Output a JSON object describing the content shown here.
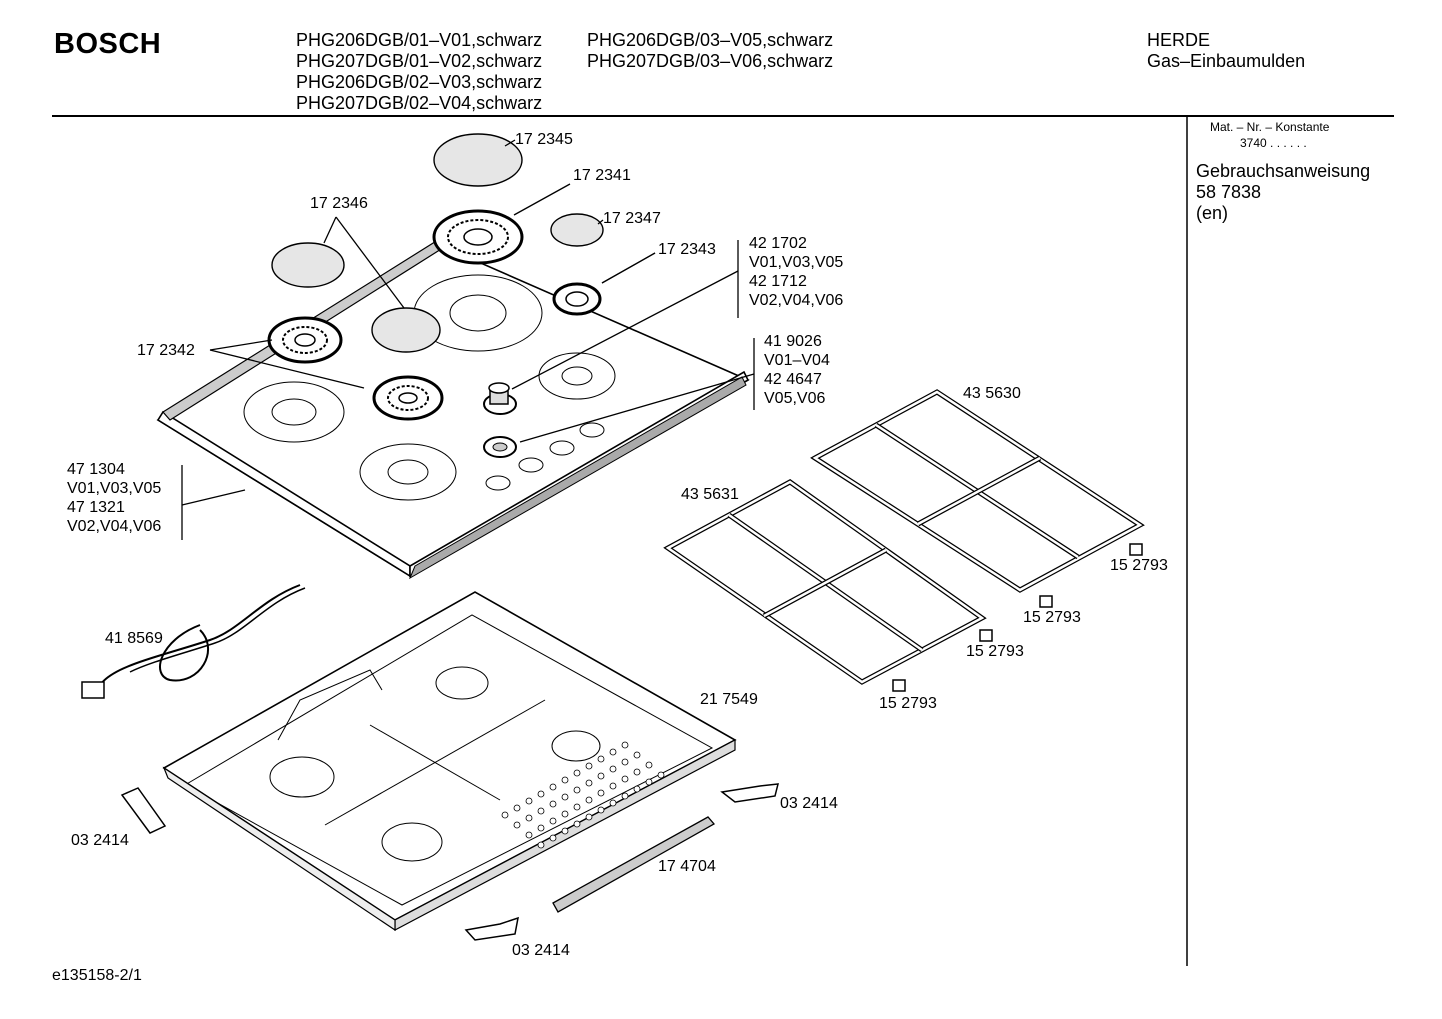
{
  "header": {
    "brand": "BOSCH",
    "models_col1": [
      "PHG206DGB/01–V01,schwarz",
      "PHG207DGB/01–V02,schwarz",
      "PHG206DGB/02–V03,schwarz",
      "PHG207DGB/02–V04,schwarz"
    ],
    "models_col2": [
      "PHG206DGB/03–V05,schwarz",
      "PHG207DGB/03–V06,schwarz"
    ],
    "category": "HERDE",
    "subcategory": "Gas–Einbaumulden"
  },
  "side_panel": {
    "mat_label": "Mat. – Nr. – Konstante",
    "mat_value": "3740 .  .  .   .  .  .",
    "doc_title": "Gebrauchsanweisung",
    "doc_number": "58 7838",
    "doc_lang": "(en)"
  },
  "parts": {
    "p172345": "17 2345",
    "p172341": "17 2341",
    "p172347": "17 2347",
    "p172346": "17 2346",
    "p172343": "17 2343",
    "p172342": "17 2342",
    "knob_group": [
      "42 1702",
      "V01,V03,V05",
      "42 1712",
      "V02,V04,V06"
    ],
    "ring_group": [
      "41 9026",
      "V01–V04",
      "42 4647",
      "V05,V06"
    ],
    "frame_group": [
      "47 1304",
      "V01,V03,V05",
      "47 1321",
      "V02,V04,V06"
    ],
    "p435630": "43 5630",
    "p435631": "43 5631",
    "p152793a": "15 2793",
    "p152793b": "15 2793",
    "p152793c": "15 2793",
    "p152793d": "15 2793",
    "p418569": "41 8569",
    "p217549": "21 7549",
    "p032414a": "03 2414",
    "p032414b": "03 2414",
    "p032414c": "03 2414",
    "p174704": "17 4704"
  },
  "footer": {
    "drawing_id": "e135158-2/1"
  }
}
